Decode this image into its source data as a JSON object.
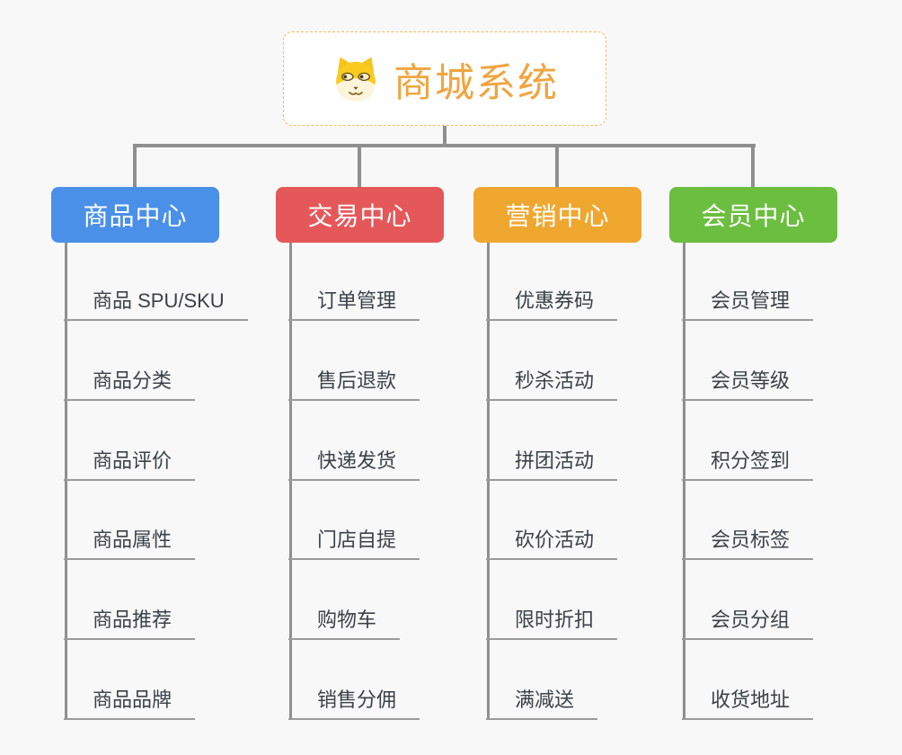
{
  "canvas": {
    "background": "#F8F8F8"
  },
  "root": {
    "title": "商城系统",
    "title_color": "#F0A53F",
    "border_color": "#F3B95F",
    "icon": "doge-icon"
  },
  "connector_color": "#8F8F8F",
  "underline_color": "#9A9A9A",
  "item_text_color": "#3C4147",
  "branches": [
    {
      "label": "商品中心",
      "color": "#4A90E9",
      "items": [
        "商品 SPU/SKU",
        "商品分类",
        "商品评价",
        "商品属性",
        "商品推荐",
        "商品品牌"
      ]
    },
    {
      "label": "交易中心",
      "color": "#E5585A",
      "items": [
        "订单管理",
        "售后退款",
        "快递发货",
        "门店自提",
        "购物车",
        "销售分佣"
      ]
    },
    {
      "label": "营销中心",
      "color": "#F0A730",
      "items": [
        "优惠券码",
        "秒杀活动",
        "拼团活动",
        "砍价活动",
        "限时折扣",
        "满减送"
      ]
    },
    {
      "label": "会员中心",
      "color": "#6BBE3F",
      "items": [
        "会员管理",
        "会员等级",
        "积分签到",
        "会员标签",
        "会员分组",
        "收货地址"
      ]
    }
  ]
}
